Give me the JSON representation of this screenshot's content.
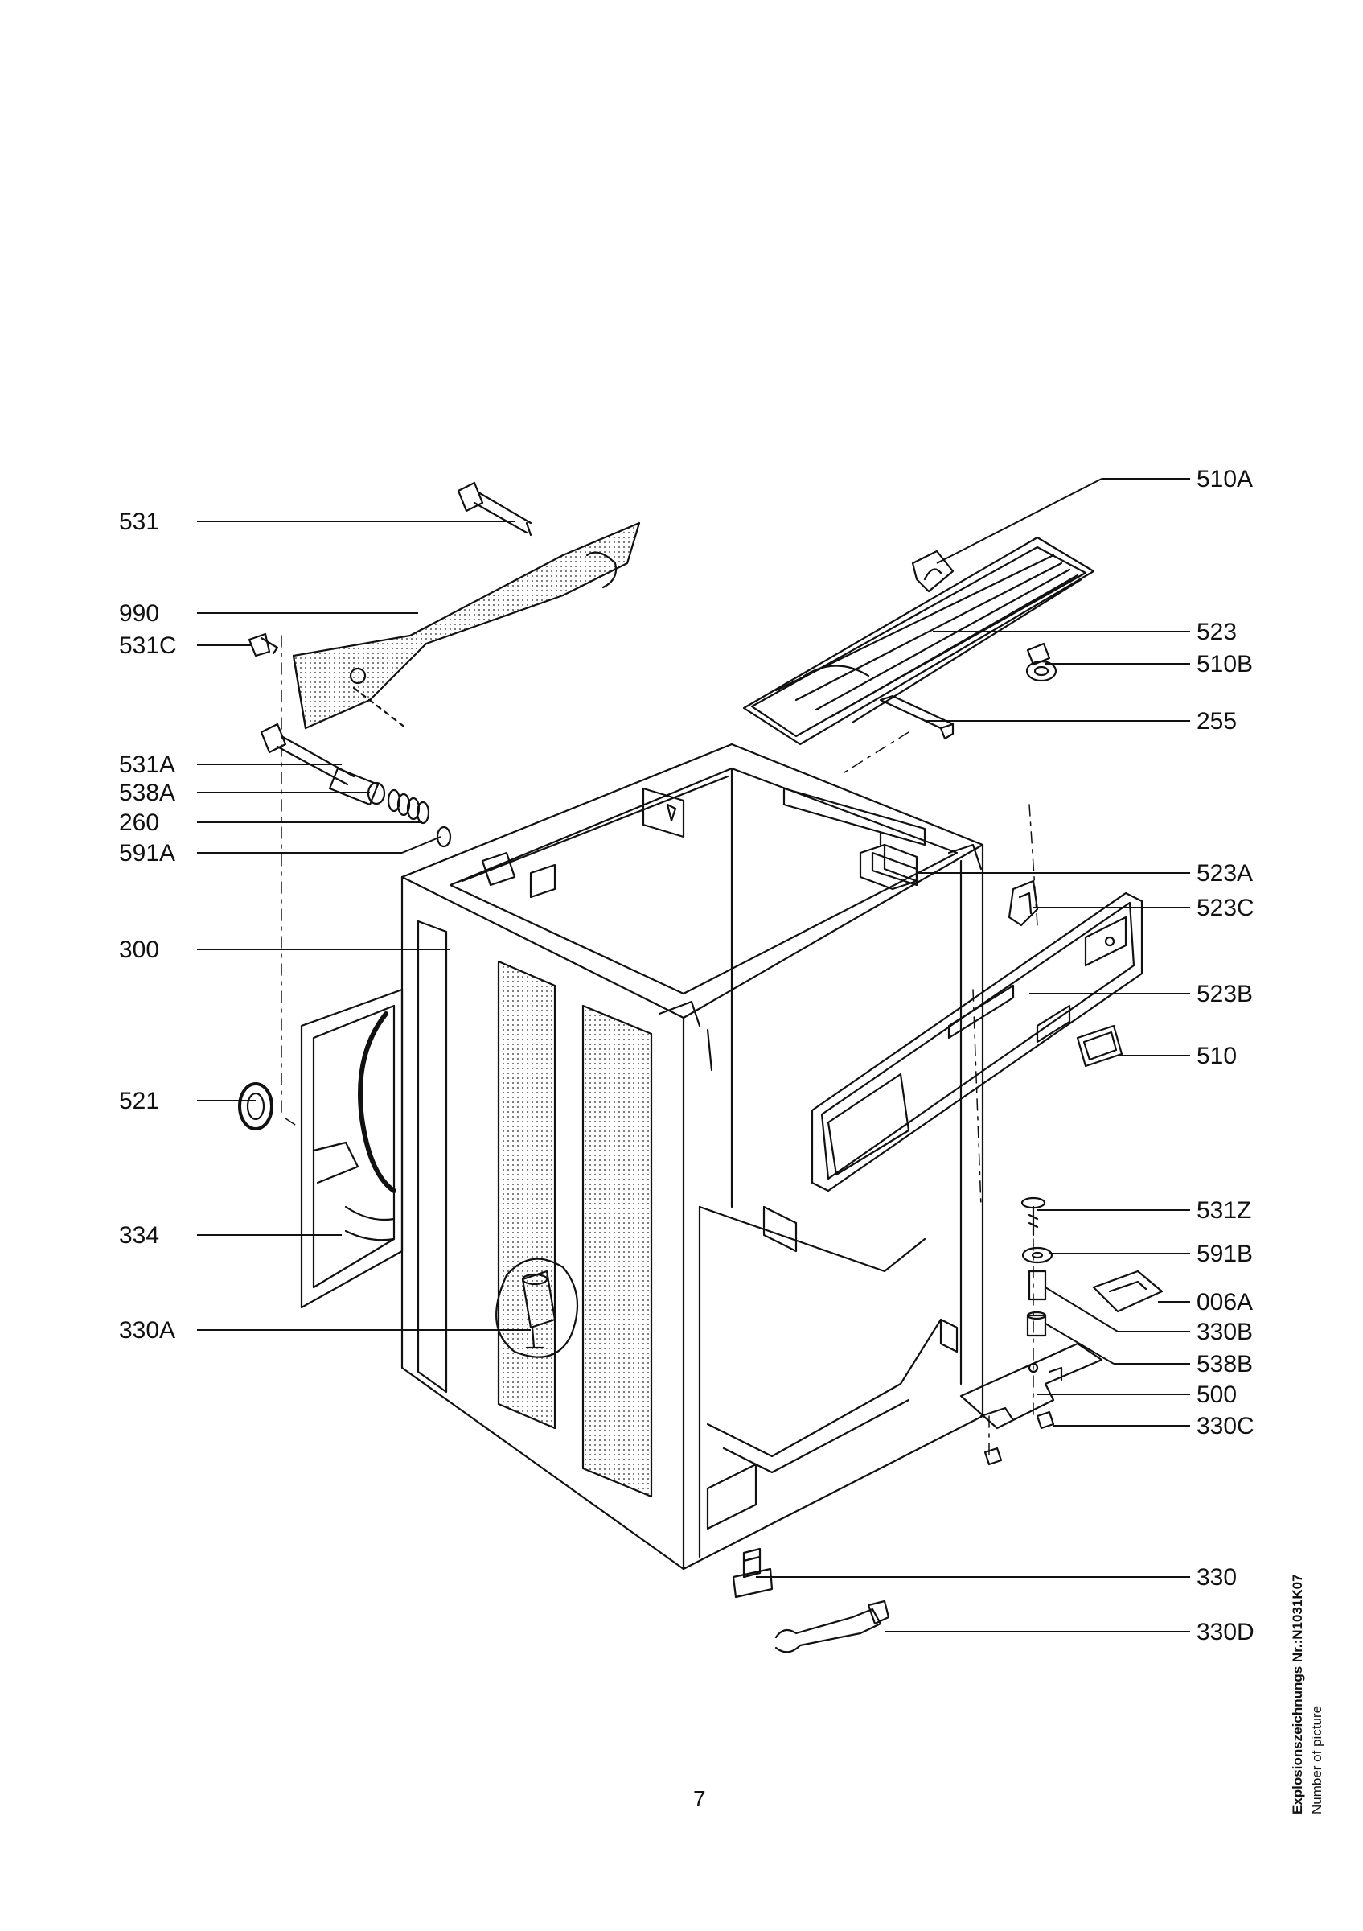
{
  "labels_left": {
    "l531": "531",
    "l990": "990",
    "l531C": "531C",
    "l531A": "531A",
    "l538A": "538A",
    "l260": "260",
    "l591A": "591A",
    "l300": "300",
    "l521": "521",
    "l334": "334",
    "l330A": "330A"
  },
  "labels_right": {
    "l510A": "510A",
    "l523": "523",
    "l510B": "510B",
    "l255": "255",
    "l523A": "523A",
    "l523C": "523C",
    "l523B": "523B",
    "l510": "510",
    "l531Z": "531Z",
    "l591B": "591B",
    "l006A": "006A",
    "l330B": "330B",
    "l538B": "538B",
    "l500": "500",
    "l330C": "330C",
    "l330": "330",
    "l330D": "330D"
  },
  "footer": {
    "drawing_number": "Explosionszeichnungs Nr.:N1031K07",
    "caption": "Number of picture",
    "page_number": "7"
  }
}
